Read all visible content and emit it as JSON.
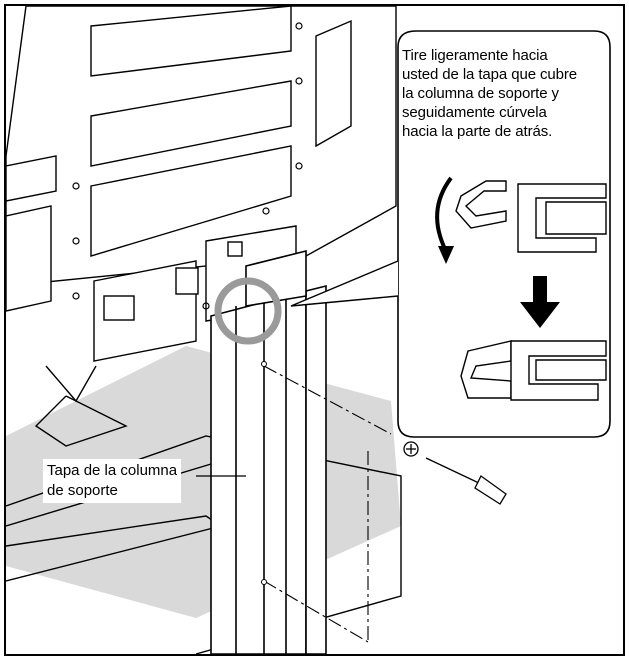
{
  "callout": {
    "lines": [
      "Tire ligeramente hacia",
      "usted de la tapa que cubre",
      "la columna de soporte y",
      "seguidamente cúrvela",
      "hacia la parte de atrás."
    ]
  },
  "label": {
    "lines": [
      "Tapa de la columna",
      "de soporte"
    ]
  },
  "colors": {
    "line": "#000000",
    "shade": "#d9d9d9",
    "highlight_ring": "#9a9a9a",
    "background": "#ffffff"
  },
  "icons": [
    "curved-arrow-icon",
    "down-arrow-icon",
    "screwdriver-icon",
    "screw-icon"
  ]
}
